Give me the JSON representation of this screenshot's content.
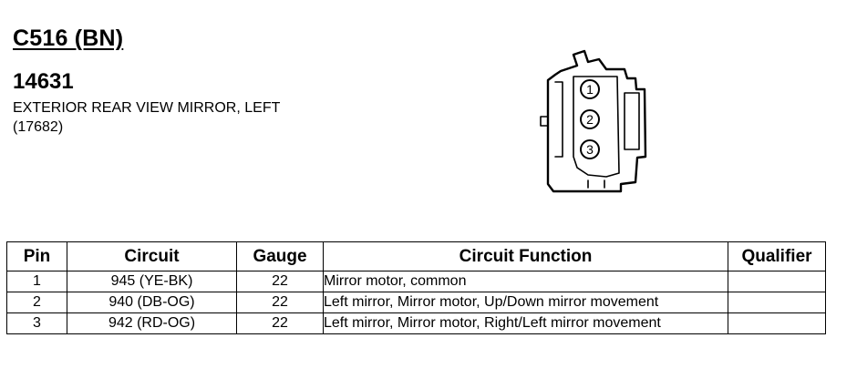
{
  "connector": {
    "id": "C516 (BN)",
    "part_number": "14631",
    "description": "EXTERIOR REAR VIEW MIRROR, LEFT",
    "sub_code": "(17682)"
  },
  "diagram": {
    "pin_labels": [
      "1",
      "2",
      "3"
    ]
  },
  "table": {
    "headers": {
      "pin": "Pin",
      "circuit": "Circuit",
      "gauge": "Gauge",
      "function": "Circuit Function",
      "qualifier": "Qualifier"
    },
    "rows": [
      {
        "pin": "1",
        "circuit": "945 (YE-BK)",
        "gauge": "22",
        "function": "Mirror motor, common",
        "qualifier": ""
      },
      {
        "pin": "2",
        "circuit": "940 (DB-OG)",
        "gauge": "22",
        "function": "Left mirror, Mirror motor, Up/Down mirror movement",
        "qualifier": ""
      },
      {
        "pin": "3",
        "circuit": "942 (RD-OG)",
        "gauge": "22",
        "function": "Left mirror, Mirror motor, Right/Left mirror movement",
        "qualifier": ""
      }
    ]
  }
}
